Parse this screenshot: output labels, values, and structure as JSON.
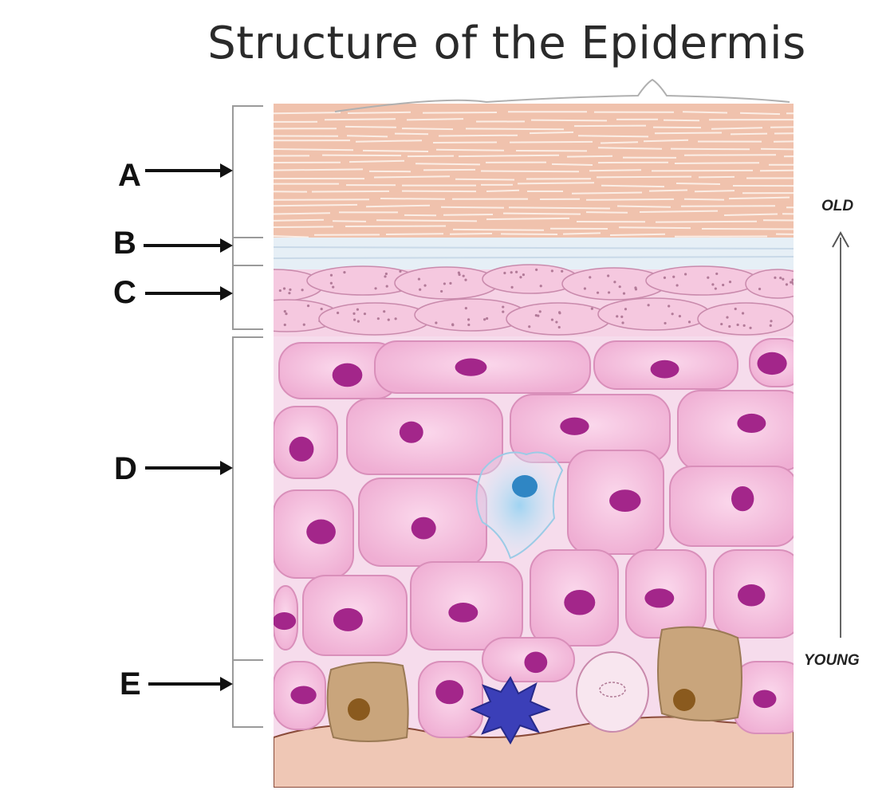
{
  "title": "Structure of the Epidermis",
  "labels": [
    "A",
    "B",
    "C",
    "D",
    "E"
  ],
  "age_axis": {
    "top": "OLD",
    "bottom": "YOUNG"
  },
  "colors": {
    "corneum": "#f0c2ad",
    "lucidum": "#e3edf5",
    "granulosum": "#f0c3dd",
    "spinosum_cell": "#f3b6d8",
    "nucleus": "#a3268a",
    "melanocyte": "#c4a27a",
    "langerhans": "#3b3fb8",
    "dendritic": "#5aaee0",
    "dermis": "#efc7b5"
  }
}
